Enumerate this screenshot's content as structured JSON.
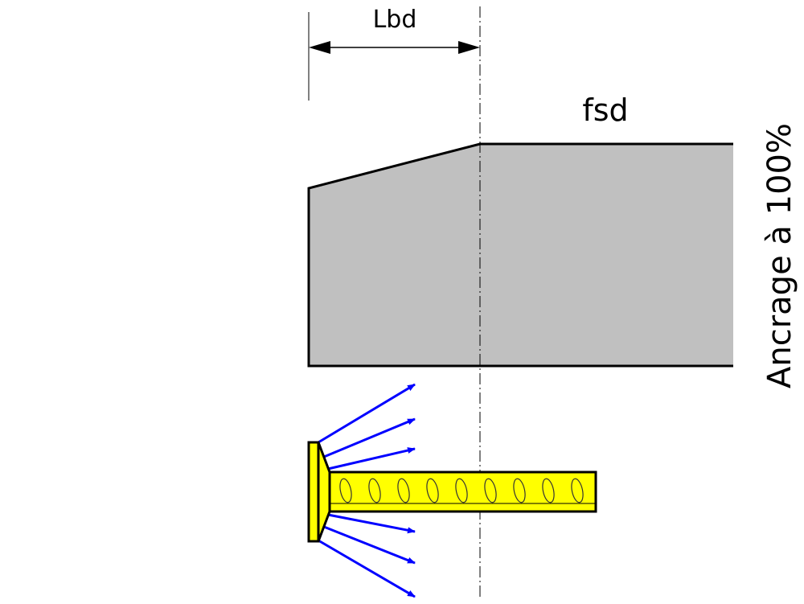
{
  "labels": {
    "dimension": "Lbd",
    "stress": "fsd",
    "title": "Ancrage à 100%"
  },
  "colors": {
    "stress_fill": "#c0c0c0",
    "bar_fill": "#ffff00",
    "arrows": "#0000ff",
    "lines": "#000000"
  }
}
